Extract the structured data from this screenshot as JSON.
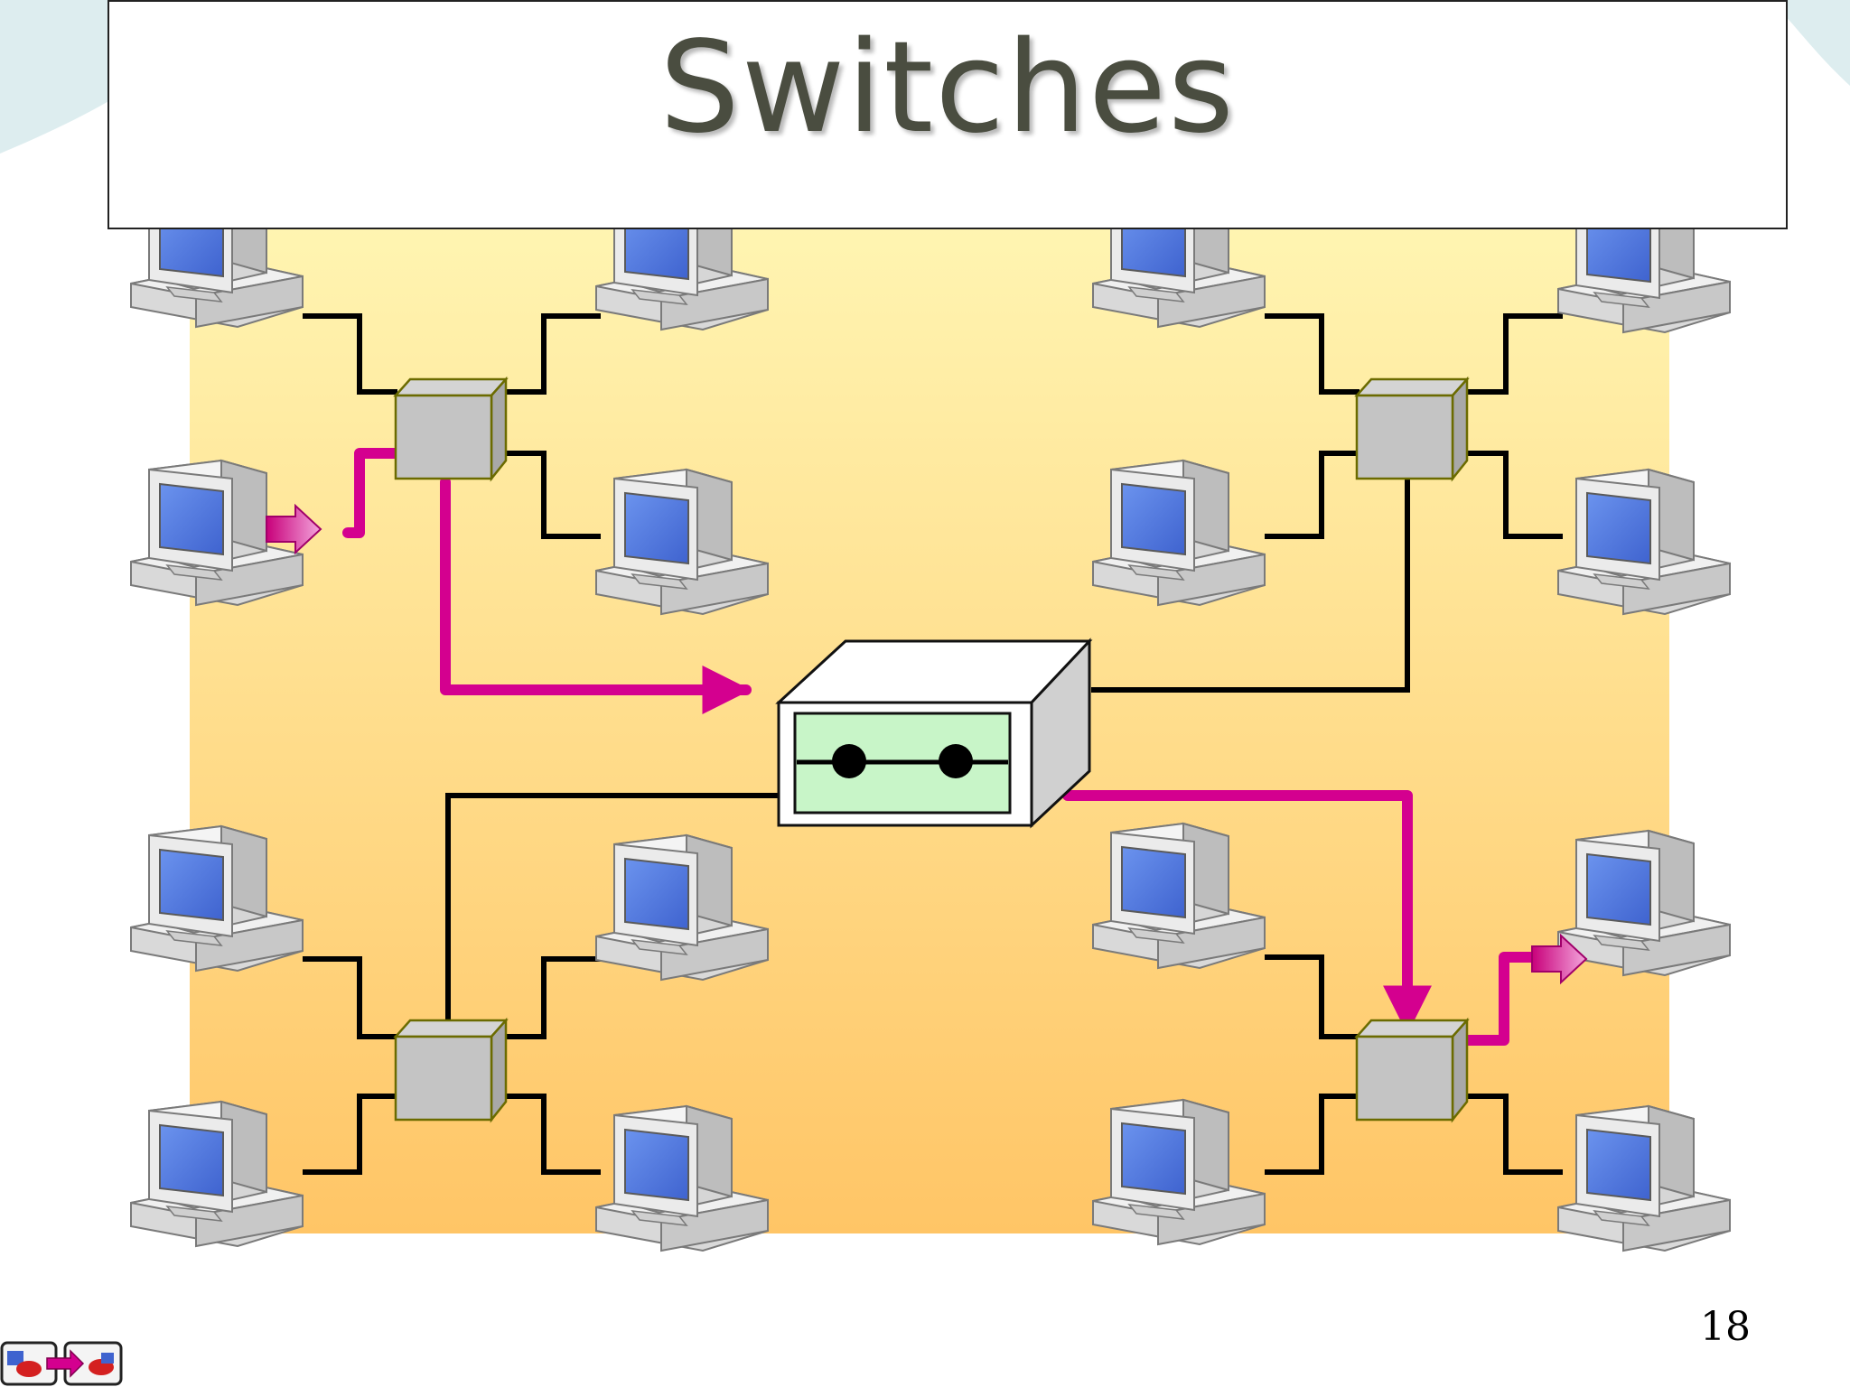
{
  "slide": {
    "title": "Switches",
    "page_number": "18"
  },
  "colors": {
    "background_gradient_top": "#fff9b8",
    "background_gradient_bottom": "#ffc566",
    "monitor_screen": "#4d79e0",
    "monitor_body": "#e6e6e6",
    "hub": "#c4c4c4",
    "hub_border": "#6b6b00",
    "switch_panel": "#c8f5c8",
    "cable": "#000000",
    "data_path": "#d4008f"
  },
  "icons": [
    "computer-icon",
    "hub-icon",
    "central-switch-icon",
    "arrow-icon",
    "nav-icon"
  ],
  "network": {
    "central_device": "switch",
    "hub_count": 4,
    "computers_per_hub": 4,
    "computer_count": 16
  }
}
